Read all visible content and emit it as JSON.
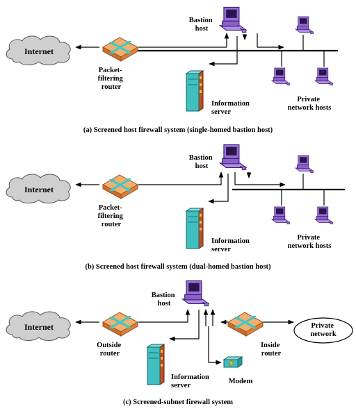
{
  "panels": [
    {
      "id": "a",
      "labels": {
        "internet": "Internet",
        "router": [
          "Packet-",
          "filtering",
          "router"
        ],
        "bastion": [
          "Bastion",
          "host"
        ],
        "server": [
          "Information",
          "server"
        ],
        "private_hosts": [
          "Private",
          "network hosts"
        ]
      },
      "caption": "(a) Screened host firewall system (single-homed bastion host)"
    },
    {
      "id": "b",
      "labels": {
        "internet": "Internet",
        "router": [
          "Packet-",
          "filtering",
          "router"
        ],
        "bastion": [
          "Bastion",
          "host"
        ],
        "server": [
          "Information",
          "server"
        ],
        "private_hosts": [
          "Private",
          "network hosts"
        ]
      },
      "caption": "(b) Screened host firewall system (dual-homed bastion host)"
    },
    {
      "id": "c",
      "labels": {
        "internet": "Internet",
        "outside_router": [
          "Outside",
          "router"
        ],
        "inside_router": [
          "Inside",
          "router"
        ],
        "bastion": [
          "Bastion",
          "host"
        ],
        "server": [
          "Information",
          "server"
        ],
        "modem": "Modem",
        "private_network": [
          "Private",
          "network"
        ]
      },
      "caption": "(c) Screened-subnet firewall system"
    }
  ],
  "colors": {
    "cloud": "#cfcfcf",
    "router": "#e8a05a",
    "router_mark": "#3fc8c8",
    "computer": "#9a6fd6",
    "server": "#3fbfbf",
    "modem": "#3fbfbf",
    "modem_mark": "#f0d030"
  }
}
